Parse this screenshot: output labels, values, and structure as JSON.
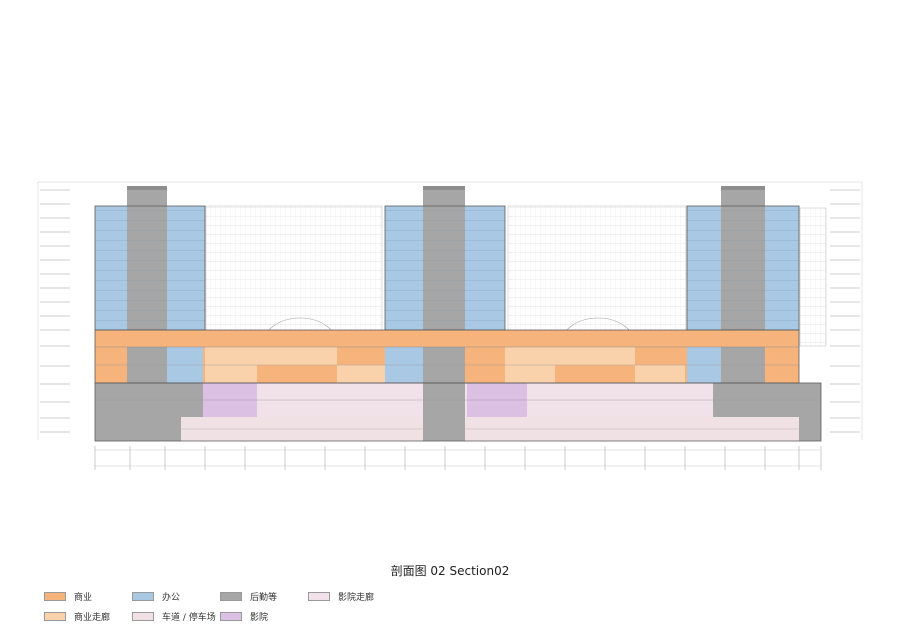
{
  "caption": "剖面图 02 Section02",
  "legend": [
    {
      "label": "商业",
      "color": "#f6b47c"
    },
    {
      "label": "办公",
      "color": "#a9c8e4"
    },
    {
      "label": "后勤等",
      "color": "#a6a6a6"
    },
    {
      "label": "影院走廊",
      "color": "#f1e2ea"
    },
    {
      "label": "商业走廊",
      "color": "#f9d2ac"
    },
    {
      "label": "车道 / 停车场",
      "color": "#efe1e4"
    },
    {
      "label": "影院",
      "color": "#dbc0e4"
    }
  ],
  "colors": {
    "commercial": "#f6b47c",
    "office": "#a9c8e4",
    "service": "#a6a6a6",
    "cinema_corridor": "#f1e2ea",
    "commercial_corridor": "#f9d2ac",
    "parking": "#efe1e4",
    "cinema": "#dbc0e4",
    "line": "#8a8a8a"
  }
}
